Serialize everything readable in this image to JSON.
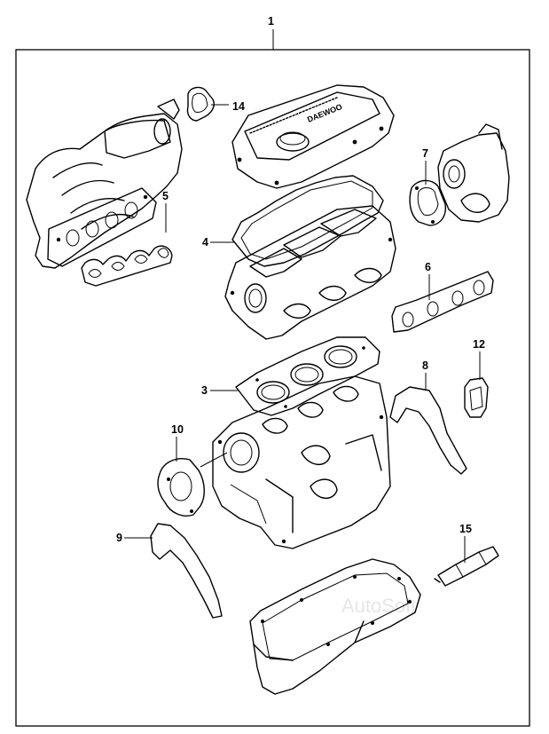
{
  "diagram": {
    "callouts": [
      {
        "id": "c1",
        "text": "1"
      },
      {
        "id": "c14",
        "text": "14"
      },
      {
        "id": "c5",
        "text": "5"
      },
      {
        "id": "c7",
        "text": "7"
      },
      {
        "id": "c4",
        "text": "4"
      },
      {
        "id": "c6",
        "text": "6"
      },
      {
        "id": "c12",
        "text": "12"
      },
      {
        "id": "c3",
        "text": "3"
      },
      {
        "id": "c8",
        "text": "8"
      },
      {
        "id": "c10",
        "text": "10"
      },
      {
        "id": "c9",
        "text": "9"
      },
      {
        "id": "c15",
        "text": "15"
      }
    ],
    "watermark": "AutoSoft",
    "valve_cover_text": "DAEWOO"
  }
}
